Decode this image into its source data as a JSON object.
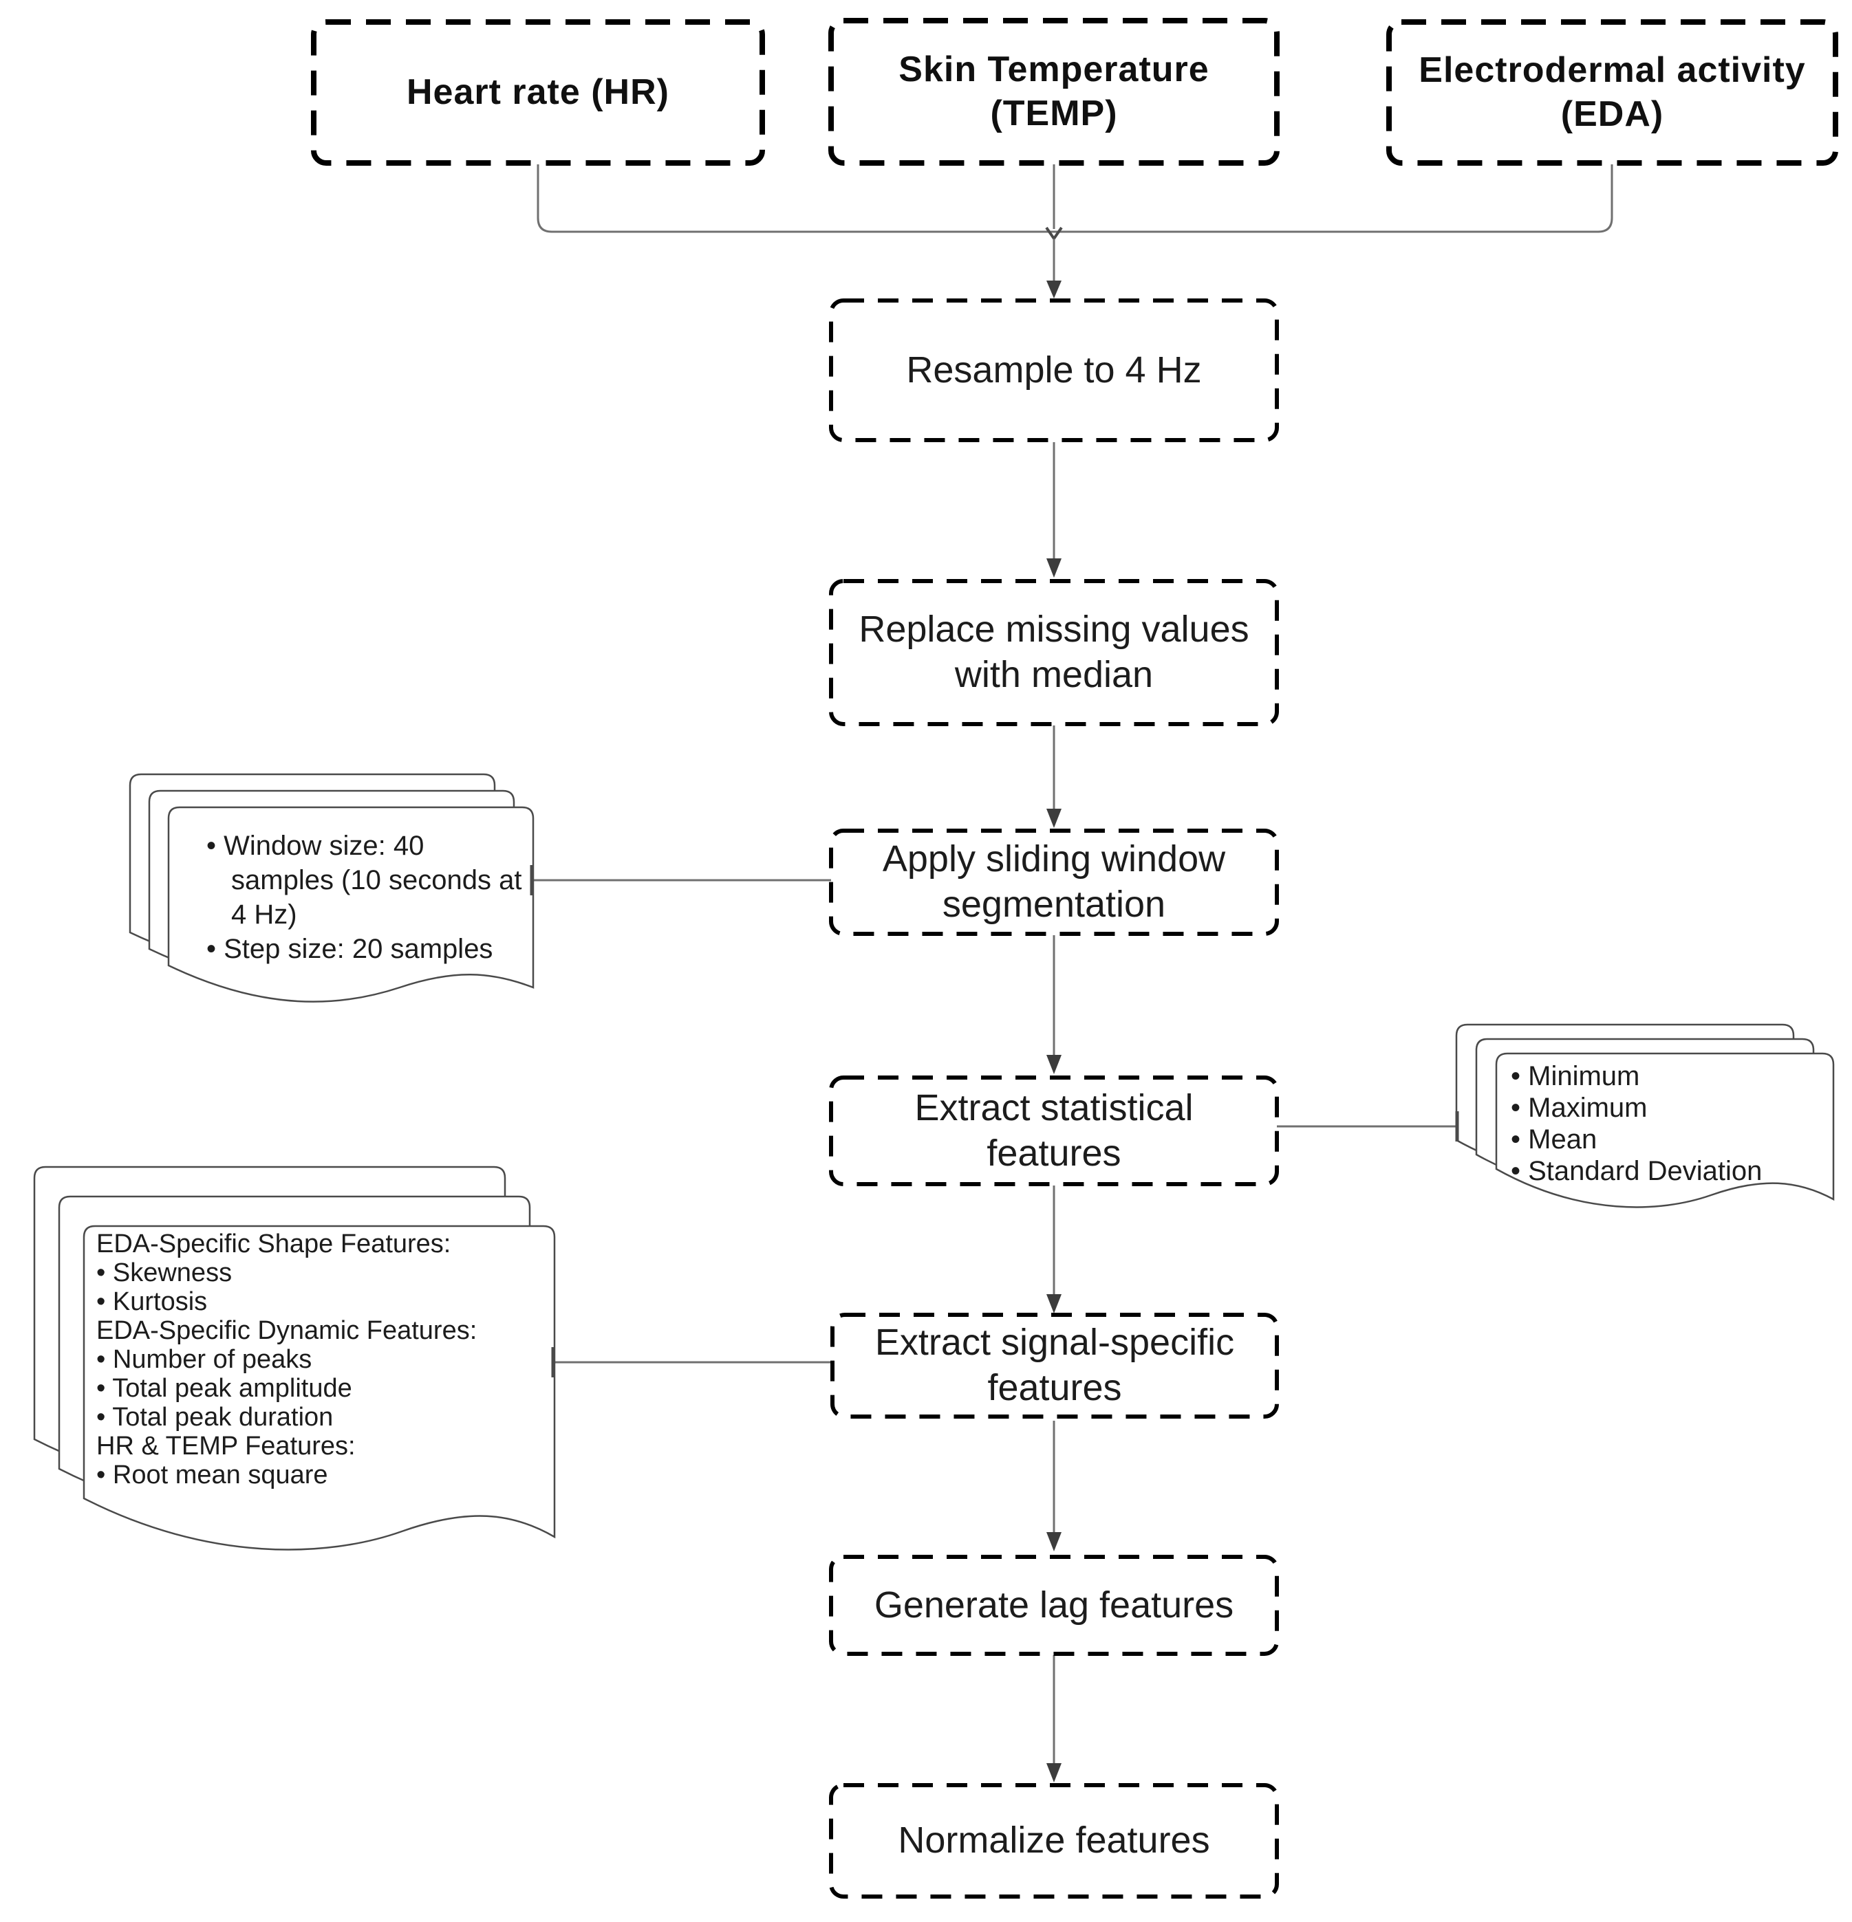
{
  "nodes": {
    "hr": {
      "label": "Heart rate (HR)"
    },
    "temp": {
      "label": "Skin Temperature\n(TEMP)"
    },
    "eda": {
      "label": "Electrodermal activity\n(EDA)"
    },
    "resample": {
      "label": "Resample to 4 Hz"
    },
    "replace_missing": {
      "label": "Replace missing values\nwith median"
    },
    "sliding_window": {
      "label": "Apply sliding window\nsegmentation"
    },
    "extract_statistical": {
      "label": "Extract statistical\nfeatures"
    },
    "extract_signal_specific": {
      "label": "Extract signal-specific\nfeatures"
    },
    "generate_lag": {
      "label": "Generate lag features"
    },
    "normalize": {
      "label": "Normalize features"
    }
  },
  "notes": {
    "window_params": {
      "items": [
        "Window size: 40 samples (10 seconds at 4 Hz)",
        "Step size: 20 samples"
      ]
    },
    "statistical_features": {
      "items": [
        "Minimum",
        "Maximum",
        "Mean",
        "Standard Deviation"
      ]
    },
    "signal_specific_features": {
      "sections": [
        {
          "title": "EDA-Specific Shape Features:",
          "items": [
            "Skewness",
            "Kurtosis"
          ]
        },
        {
          "title": "EDA-Specific Dynamic Features:",
          "items": [
            "Number of peaks",
            "Total peak amplitude",
            "Total peak duration"
          ]
        },
        {
          "title": "HR & TEMP Features:",
          "items": [
            "Root mean square"
          ]
        }
      ]
    }
  },
  "colors": {
    "background": "#ffffff",
    "box_border": "#000000",
    "box_text": "#1c1c1c",
    "connector": "#707070",
    "arrowhead": "#3c3c3c",
    "note_border": "#4a4a4a",
    "note_fill": "#ffffff"
  }
}
